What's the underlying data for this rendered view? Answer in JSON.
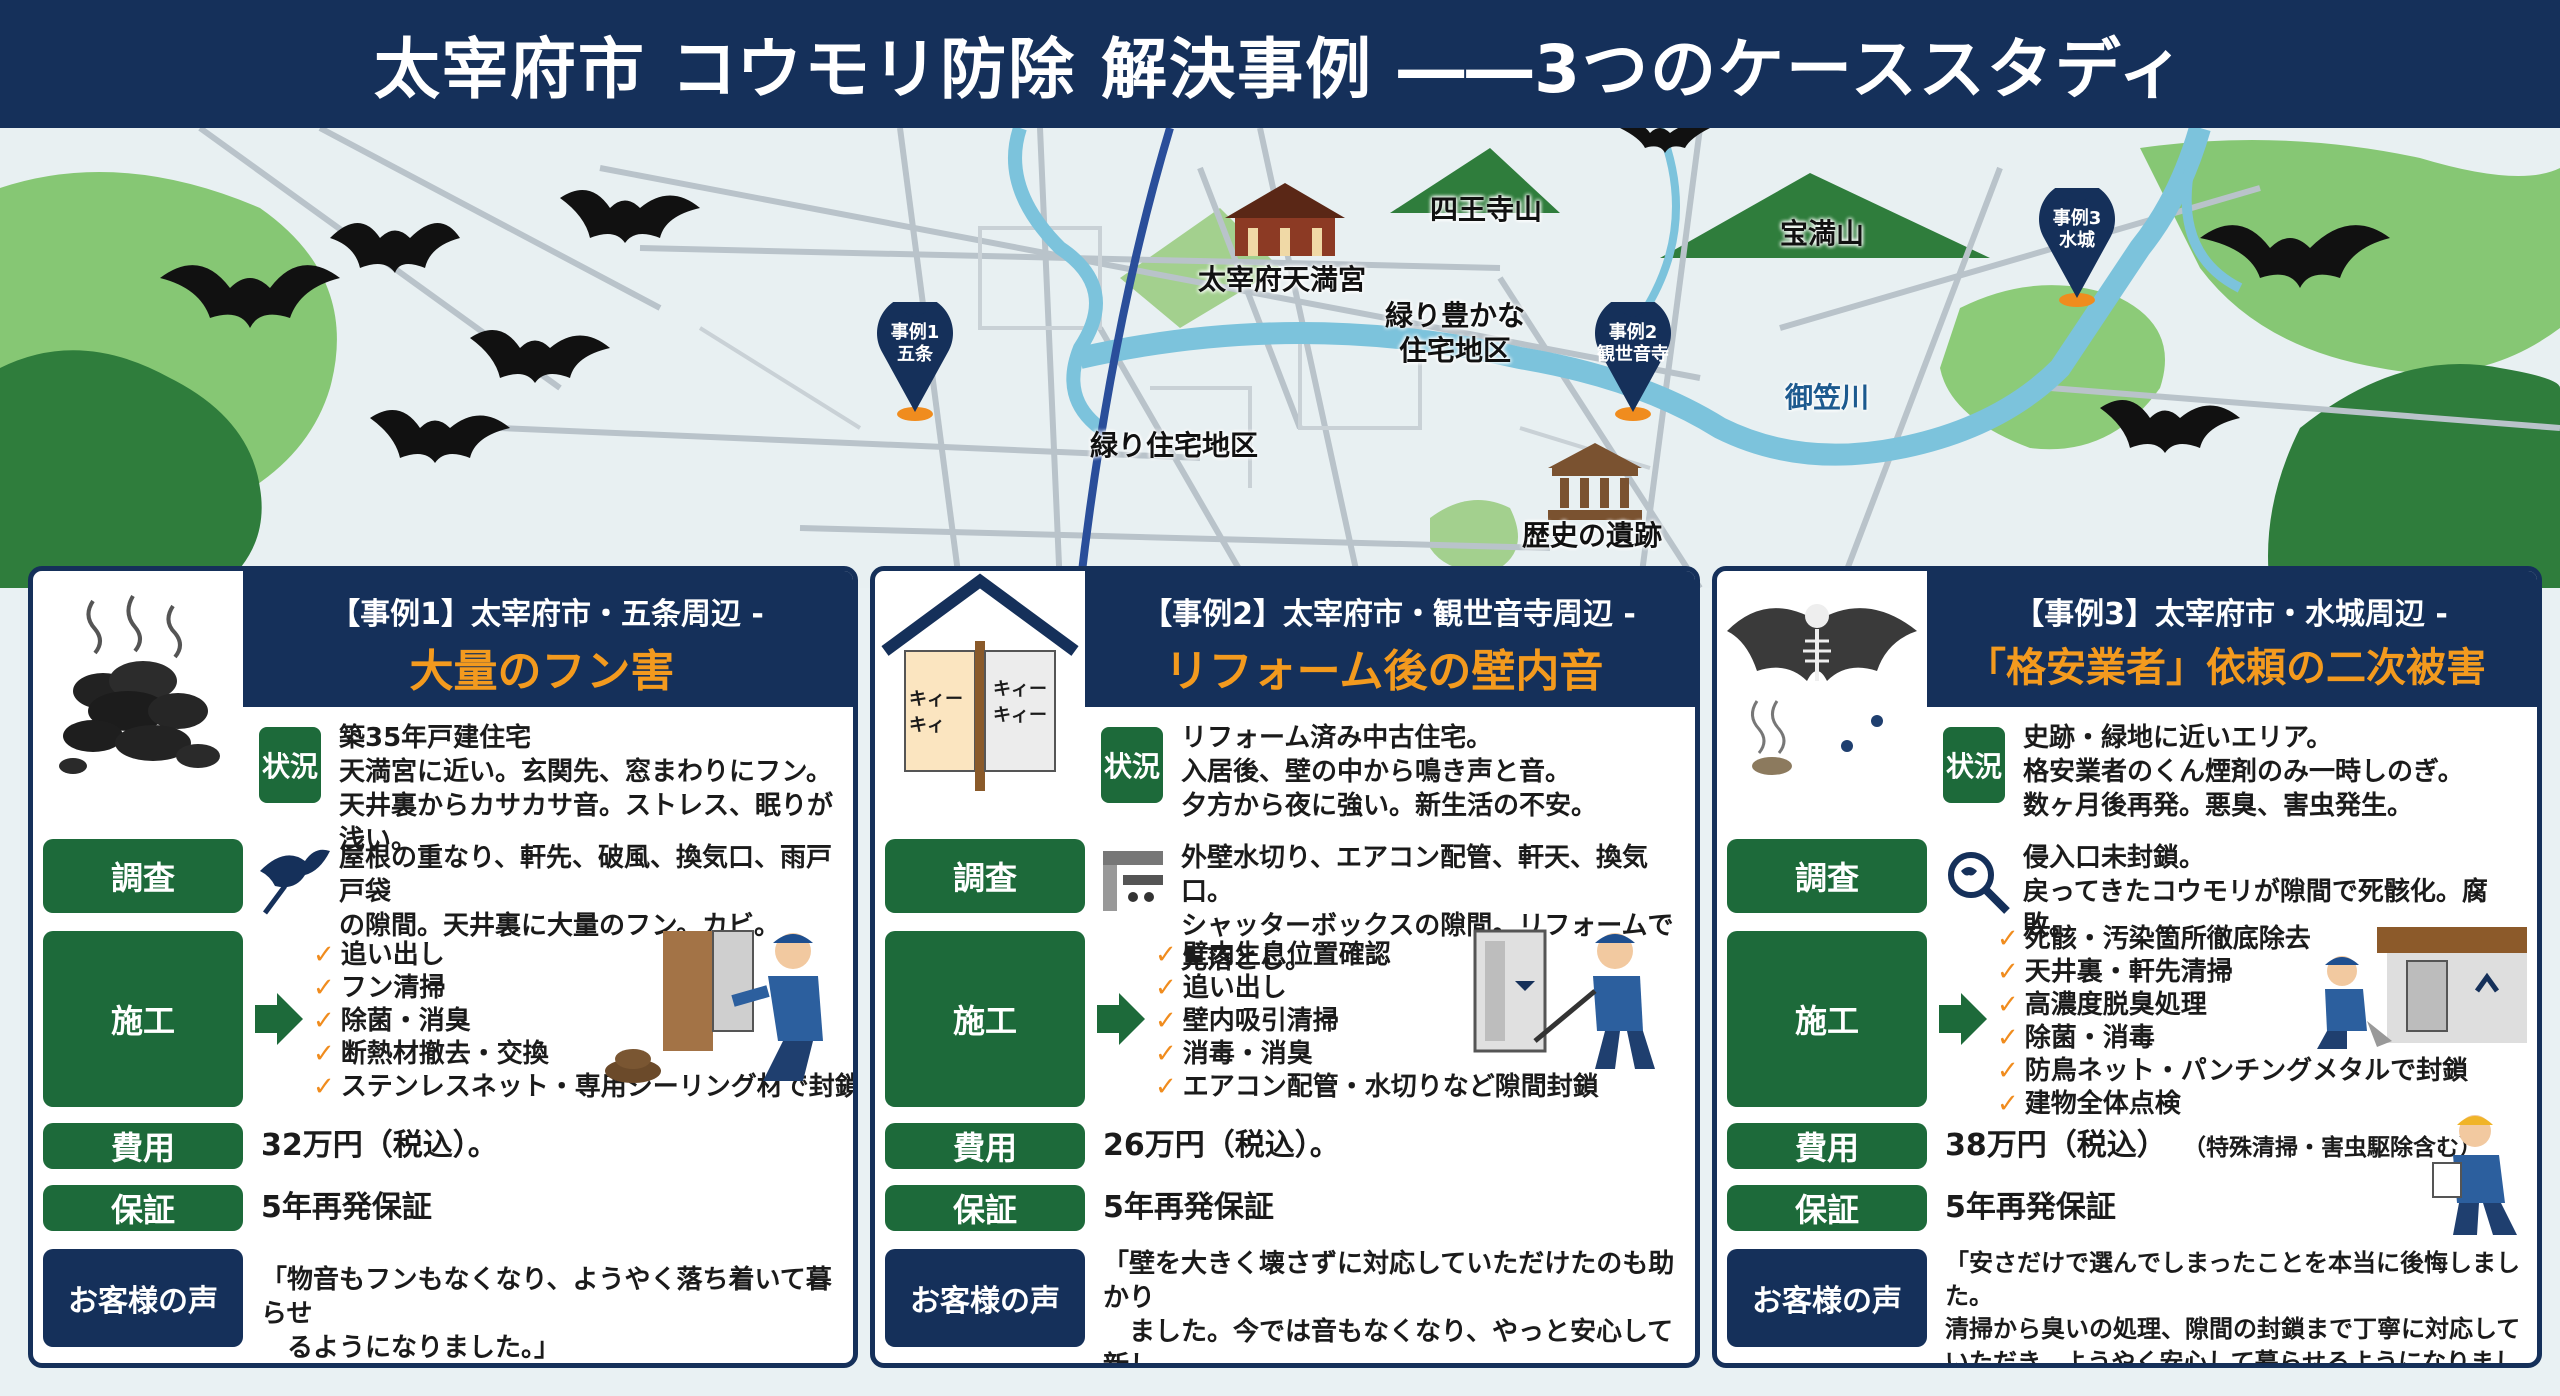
{
  "title": "太宰府市 コウモリ防除 解決事例 ――3つのケーススタディ",
  "map": {
    "labels": {
      "shioji": "四王寺山",
      "homan": "宝満山",
      "tenmangu": "太宰府天満宮",
      "midori_yutaka": "緑り豊かな\n住宅地区",
      "midori_jutaku": "緑り住宅地区",
      "mikasa": "御笠川",
      "iseki": "歴史の遺跡"
    },
    "pins": [
      {
        "text": "事例1\n五条"
      },
      {
        "text": "事例2\n観世音寺"
      },
      {
        "text": "事例3\n水城"
      }
    ]
  },
  "cards": [
    {
      "subtitle": "【事例1】太宰府市・五条周辺 -",
      "title": "大量のフン害",
      "status_label": "状況",
      "status": "築35年戸建住宅\n天満宮に近い。玄関先、窓まわりにフン。\n天井裏からカサカサ音。ストレス、眠りが浅い。",
      "survey_label": "調査",
      "survey": "屋根の重なり、軒先、破風、換気口、雨戸戸袋\nの隙間。天井裏に大量のフン。カビ。",
      "work_label": "施工",
      "work": [
        "追い出し",
        "フン清掃",
        "除菌・消臭",
        "断熱材撤去・交換",
        "ステンレスネット・専用シーリング材で封鎖"
      ],
      "cost_label": "費用",
      "cost": "32万円（税込）。",
      "warranty_label": "保証",
      "warranty": "5年再発保証",
      "voice_label": "お客様の声",
      "voice": "「物音もフンもなくなり、ようやく落ち着いて暮らせ\n　るようになりました。」"
    },
    {
      "subtitle": "【事例2】太宰府市・観世音寺周辺 -",
      "title": "リフォーム後の壁内音",
      "status_label": "状況",
      "status": "リフォーム済み中古住宅。\n入居後、壁の中から鳴き声と音。\n夕方から夜に強い。新生活の不安。",
      "survey_label": "調査",
      "survey": "外壁水切り、エアコン配管、軒天、換気口。\nシャッターボックスの隙間。リフォームで見落とし。",
      "work_label": "施工",
      "work": [
        "壁内生息位置確認",
        "追い出し",
        "壁内吸引清掃",
        "消毒・消臭",
        "エアコン配管・水切りなど隙間封鎖"
      ],
      "cost_label": "費用",
      "cost": "26万円（税込）。",
      "warranty_label": "保証",
      "warranty": "5年再発保証",
      "voice_label": "お客様の声",
      "voice": "「壁を大きく壊さずに対応していただけたのも助かり\n　ました。今では音もなくなり、やっと安心して新し\n　い家で生活できています。」",
      "wall_text_1": "キィー\nキィ",
      "wall_text_2": "キィー\nキィー"
    },
    {
      "subtitle": "【事例3】太宰府市・水城周辺 -",
      "title": "「格安業者」依頼の二次被害",
      "status_label": "状況",
      "status": "史跡・緑地に近いエリア。\n格安業者のくん煙剤のみ一時しのぎ。\n数ヶ月後再発。悪臭、害虫発生。",
      "survey_label": "調査",
      "survey": "侵入口未封鎖。\n戻ってきたコウモリが隙間で死骸化。腐敗。",
      "work_label": "施工",
      "work": [
        "死骸・汚染箇所徹底除去",
        "天井裏・軒先清掃",
        "高濃度脱臭処理",
        "除菌・消毒",
        "防鳥ネット・パンチングメタルで封鎖",
        "建物全体点検"
      ],
      "cost_label": "費用",
      "cost": "38万円（税込）",
      "cost_note": "（特殊清掃・害虫駆除含む）",
      "warranty_label": "保証",
      "warranty": "5年再発保証",
      "voice_label": "お客様の声",
      "voice": "「安さだけで選んでしまったことを本当に後悔しました。\n清掃から臭いの処理、隙間の封鎖まで丁寧に対応して\nいただき、ようやく安心して暮らせるようになりました。」"
    }
  ],
  "colors": {
    "navy": "#15305a",
    "green": "#1d6a3a",
    "orange": "#f39a1e",
    "river": "#7cc3dc",
    "forest": "#3f9a4a"
  }
}
